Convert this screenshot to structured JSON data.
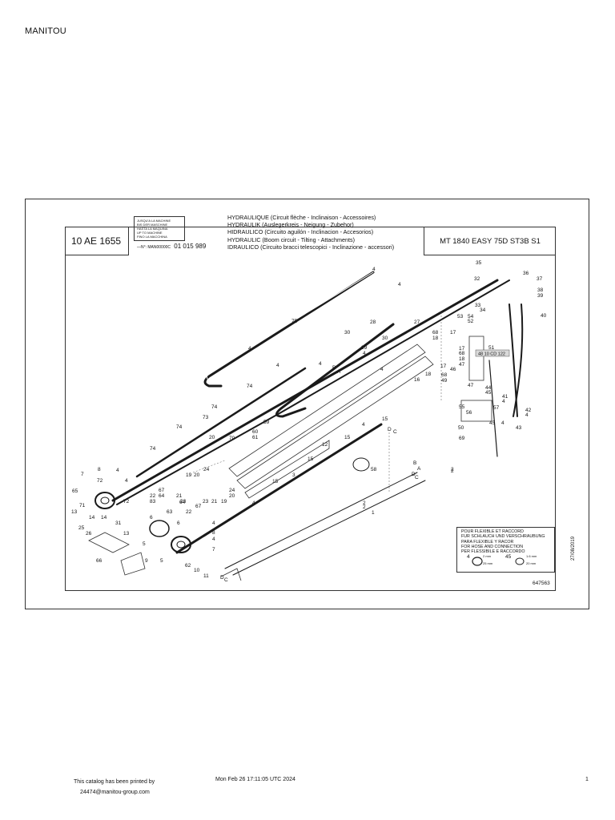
{
  "header": {
    "brand": "MANITOU"
  },
  "sheet": {
    "code": "10 AE 1655",
    "stamp_lines": [
      "JUSQU'A LA MACHINE",
      "BIS DER MASCHINE",
      "HASTA LA MAQUINA",
      "UP TO MACHINE",
      "FINO LA MACCHINA"
    ],
    "serial_prefix": "—N°: MAN00000C",
    "serial_number": "01 015 989",
    "titles": [
      "HYDRAULIQUE (Circuit flèche - Inclinaison - Accessoires)",
      "HYDRAULIK (Auslegerkreis - Neigung - Zubehor)",
      "HIDRAULICO (Circuito aguilón - Inclinacion - Accesorios)",
      "HYDRAULIC (Boom circuit - Tilting - Attachments)",
      "IDRAULICO (Circuito bracci telescopici - Inclinazione - accessori)"
    ],
    "model": "MT 1840 EASY 75D ST3B S1",
    "drawing_number": "647563",
    "date": "27/08/2019"
  },
  "legend": {
    "lines": [
      "POUR FLEXIBLE ET RACCORD",
      "FUR SCHLAUCH UND VERSCHRAUBUNG",
      "PARA FLEXIBLE Y RACOR",
      "FOR HOSE AND CONNECTION",
      "PER FLESSIBILE E RACCORDO"
    ],
    "item_a": "4",
    "item_a_dims": [
      "2 mm",
      "25 mm"
    ],
    "item_b": "45",
    "item_b_dims": [
      "1.6 mm",
      "20 mm"
    ]
  },
  "drawing_ref": "48 10 CD 122",
  "callouts": {
    "c1": "4",
    "c2": "4",
    "c3": "75",
    "c4": "28",
    "c5": "27",
    "c6": "30",
    "c7": "30",
    "c8": "29",
    "c9": "4",
    "c10": "4",
    "c11": "4",
    "c12": "B",
    "c13": "A",
    "c14": "4",
    "c15": "74",
    "c16": "16",
    "c17": "4",
    "c18": "74",
    "c19": "73",
    "c20": "74",
    "c21": "70",
    "c22": "74",
    "c23": "59",
    "c24": "60",
    "c25": "61",
    "c26": "15",
    "c27": "12",
    "c28": "15",
    "c29": "15",
    "c30": "15",
    "c31": "3",
    "c32": "7",
    "c33": "8",
    "c34": "72",
    "c35": "4",
    "c36": "4",
    "c37": "65",
    "c38": "71",
    "c39": "72",
    "c40": "20",
    "c41": "24",
    "c42": "19",
    "c43": "20",
    "c44": "22",
    "c45": "83",
    "c46": "67",
    "c47": "64",
    "c48": "21",
    "c49": "23",
    "c50": "64",
    "c51": "63",
    "c52": "22",
    "c53": "67",
    "c54": "23",
    "c55": "21",
    "c56": "19",
    "c57": "24",
    "c58": "20",
    "c59": "13",
    "c60": "14",
    "c61": "14",
    "c62": "25",
    "c63": "26",
    "c64": "31",
    "c65": "13",
    "c66": "6",
    "c67": "5",
    "c68": "6",
    "c69": "4",
    "c70": "5",
    "c71": "9",
    "c72": "66",
    "c73": "62",
    "c74": "10",
    "c75": "11",
    "c76": "7",
    "c77": "4",
    "c78": "8",
    "c79": "D",
    "c80": "C",
    "c81": "1",
    "c82": "2",
    "c83": "4",
    "c84": "D",
    "c85": "C",
    "c86": "58",
    "c87": "B",
    "c88": "A",
    "c89": "D",
    "c90": "C",
    "c91": "2",
    "c92": "35",
    "c93": "32",
    "c94": "36",
    "c95": "37",
    "c96": "38",
    "c97": "39",
    "c98": "40",
    "c99": "33",
    "c100": "34",
    "c101": "53",
    "c102": "54",
    "c103": "52",
    "c104": "68",
    "c105": "18",
    "c106": "17",
    "c107": "17",
    "c108": "68",
    "c109": "18",
    "c110": "47",
    "c111": "46",
    "c112": "17",
    "c113": "18",
    "c114": "68",
    "c115": "49",
    "c116": "47",
    "c117": "51",
    "c118": "44",
    "c119": "45",
    "c120": "41",
    "c121": "4",
    "c122": "55",
    "c123": "56",
    "c124": "45",
    "c125": "4",
    "c126": "42",
    "c127": "4",
    "c128": "43",
    "c129": "50",
    "c130": "69",
    "c131": "57",
    "c132": "2",
    "c133": "2",
    "c134": "4"
  },
  "footer": {
    "printed_by_line1": "This catalog has been printed by",
    "printed_by_line2": "24474@manitou-group.com",
    "timestamp": "Mon Feb 26 17:11:05 UTC 2024",
    "page": "1"
  }
}
